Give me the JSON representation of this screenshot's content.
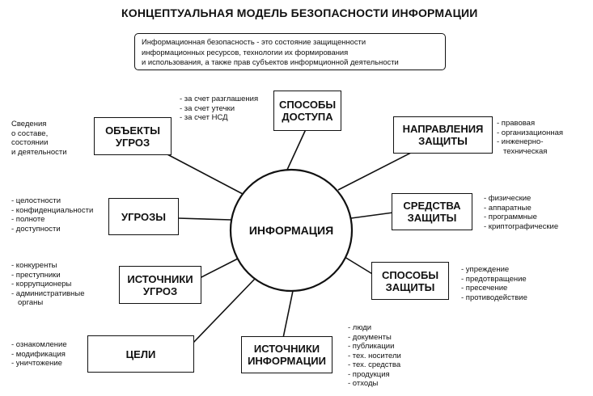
{
  "title": "КОНЦЕПТУАЛЬНАЯ МОДЕЛЬ БЕЗОПАСНОСТИ ИНФОРМАЦИИ",
  "definition": [
    "Информационная безопасность - это состояние защищенности",
    "информационных ресурсов, технологии их формирования",
    "и использования, а также прав субъектов информционной деятельности"
  ],
  "center": "ИНФОРМАЦИЯ",
  "nodes": {
    "threat_objects": [
      "ОБЪЕКТЫ",
      "УГРОЗ"
    ],
    "access_methods": [
      "СПОСОБЫ",
      "ДОСТУПА"
    ],
    "protection_directions": [
      "НАПРАВЛЕНИЯ",
      "ЗАЩИТЫ"
    ],
    "threats": [
      "УГРОЗЫ"
    ],
    "protection_means": [
      "СРЕДСТВА",
      "ЗАЩИТЫ"
    ],
    "threat_sources": [
      "ИСТОЧНИКИ",
      "УГРОЗ"
    ],
    "protection_methods": [
      "СПОСОБЫ",
      "ЗАЩИТЫ"
    ],
    "goals": [
      "ЦЕЛИ"
    ],
    "information_sources": [
      "ИСТОЧНИКИ",
      "ИНФОРМАЦИИ"
    ]
  },
  "lists": {
    "threat_objects": [
      "Сведения",
      "о составе,",
      "состоянии",
      "и деятельности"
    ],
    "access_methods": [
      "- за счет разглашения",
      "- за счет утечки",
      "- за счет НСД"
    ],
    "protection_directions": [
      "- правовая",
      "- организационная",
      "- инженерно-",
      "техническая"
    ],
    "threats": [
      "- целостности",
      "- конфиденциальности",
      "- полноте",
      "- доступности"
    ],
    "protection_means": [
      "- физические",
      "- аппаратные",
      "- программные",
      "- криптографические"
    ],
    "threat_sources": [
      "- конкуренты",
      "- преступники",
      "- коррупционеры",
      "- административные",
      "органы"
    ],
    "protection_methods": [
      "- упреждение",
      "- предотвращение",
      "- пресечение",
      "- противодействие"
    ],
    "goals": [
      "- ознакомление",
      "- модификация",
      "- уничтожение"
    ],
    "information_sources": [
      "- люди",
      "- документы",
      "- публикации",
      "- тех. носители",
      "- тех. средства",
      "- продукция",
      "- отходы"
    ]
  }
}
